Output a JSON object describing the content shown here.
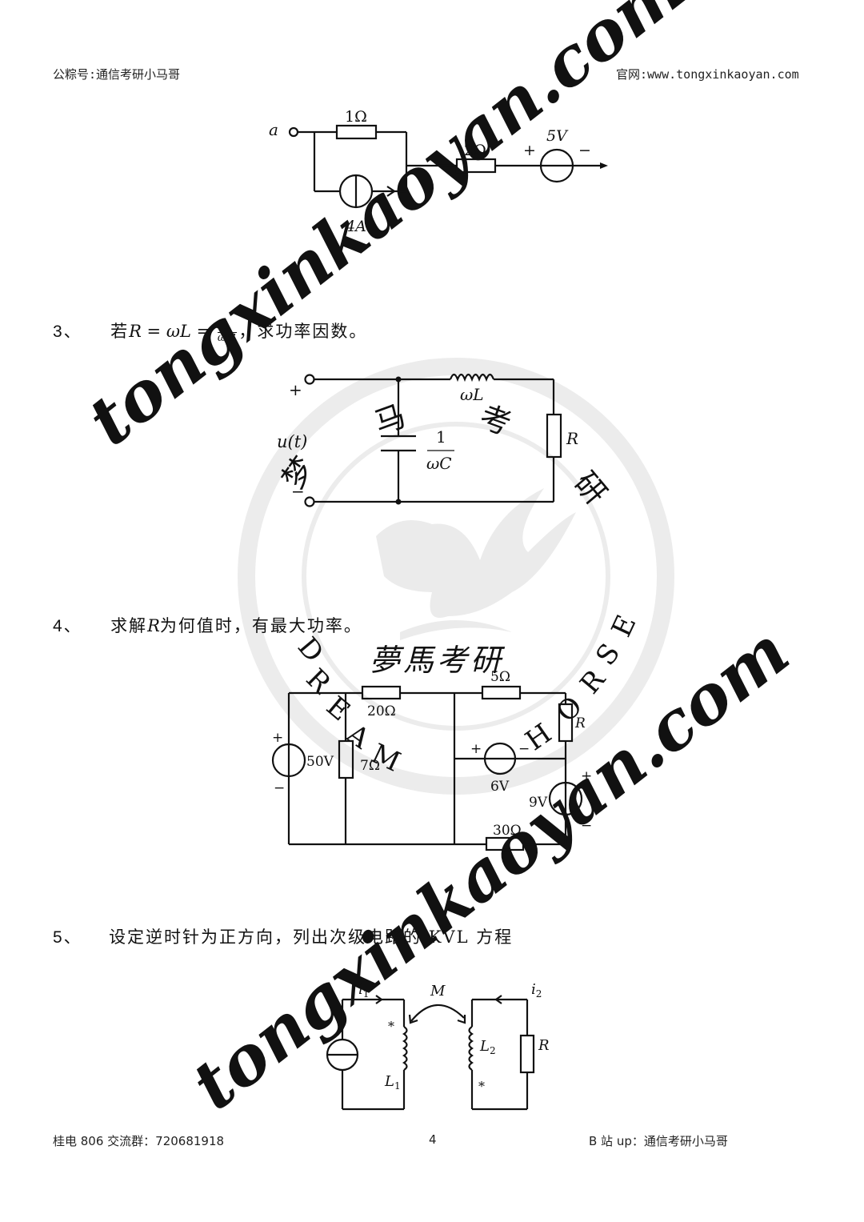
{
  "header": {
    "left": "公粽号:通信考研小马哥",
    "right": "官网:www.tongxinkaoyan.com"
  },
  "watermark": {
    "diagonal_text": "tongxinkaoyan.com",
    "logo_top_chars": [
      "马",
      "考",
      "研"
    ],
    "logo_left_char": "梦",
    "logo_bottom_text": "夢馬考研",
    "logo_ring_text": [
      "D",
      "R",
      "E",
      "A",
      "M",
      "H",
      "O",
      "R",
      "S",
      "E"
    ],
    "color": "#e6e6e6"
  },
  "circuit1": {
    "node_a": "a",
    "r1": "1Ω",
    "r2": "2Ω",
    "current_source": "4A",
    "voltage_source": "5V",
    "plus": "+",
    "minus": "−"
  },
  "question3": {
    "number": "3、",
    "prefix": "若",
    "eq": "R = ωL = ",
    "frac_num": "1",
    "frac_den": "ωC",
    "suffix": "，求功率因数。"
  },
  "circuit3": {
    "plus": "+",
    "minus": "−",
    "source": "u(t)",
    "inductor": "ωL",
    "cap_num": "1",
    "cap_den": "ωC",
    "resistor": "R"
  },
  "question4": {
    "number": "4、",
    "text_before": "求解",
    "var": "R",
    "text_after": "为何值时，有最大功率。"
  },
  "circuit4": {
    "v50": "50V",
    "r7": "7Ω",
    "r20": "20Ω",
    "r5": "5Ω",
    "r": "R",
    "v6": "6V",
    "v9": "9V",
    "r30": "30Ω",
    "plus": "+",
    "minus": "−"
  },
  "question5": {
    "number": "5、",
    "text": "设定逆时针为正方向，列出次级电路的 KVL 方程"
  },
  "circuit5": {
    "i1": "i",
    "i1_sub": "1",
    "i2": "i",
    "i2_sub": "2",
    "m": "M",
    "l1": "L",
    "l1_sub": "1",
    "l2": "L",
    "l2_sub": "2",
    "r": "R",
    "dot": "*"
  },
  "footer": {
    "left": "桂电 806 交流群：720681918",
    "page": "4",
    "right": "B 站 up：通信考研小马哥"
  }
}
